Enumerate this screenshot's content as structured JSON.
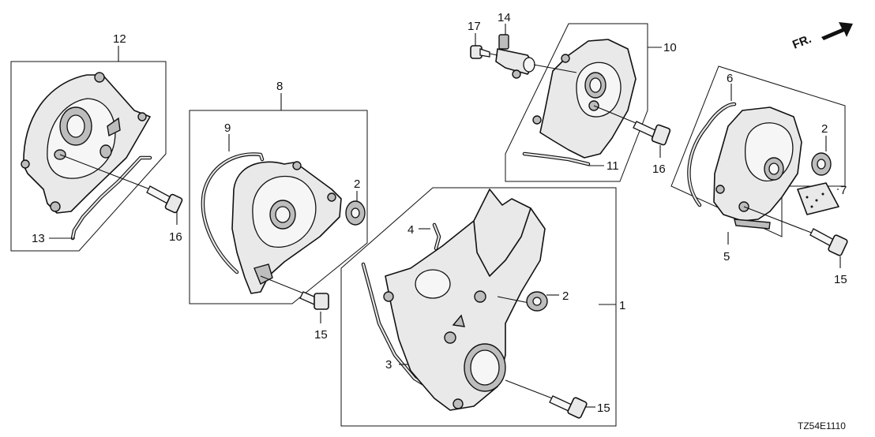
{
  "diagram": {
    "orientation_label": "FR.",
    "diagram_code": "TZ54E1110",
    "callouts": {
      "c1": "1",
      "c2a": "2",
      "c2b": "2",
      "c2c": "2",
      "c3": "3",
      "c4": "4",
      "c5": "5",
      "c6": "6",
      "c7": "7",
      "c8": "8",
      "c9": "9",
      "c10": "10",
      "c11": "11",
      "c12": "12",
      "c13": "13",
      "c14": "14",
      "c15a": "15",
      "c15b": "15",
      "c15c": "15",
      "c16a": "16",
      "c16b": "16",
      "c17": "17"
    },
    "colors": {
      "line": "#111111",
      "fill": "#e9e9e9",
      "shade": "#bdbdbd"
    }
  }
}
